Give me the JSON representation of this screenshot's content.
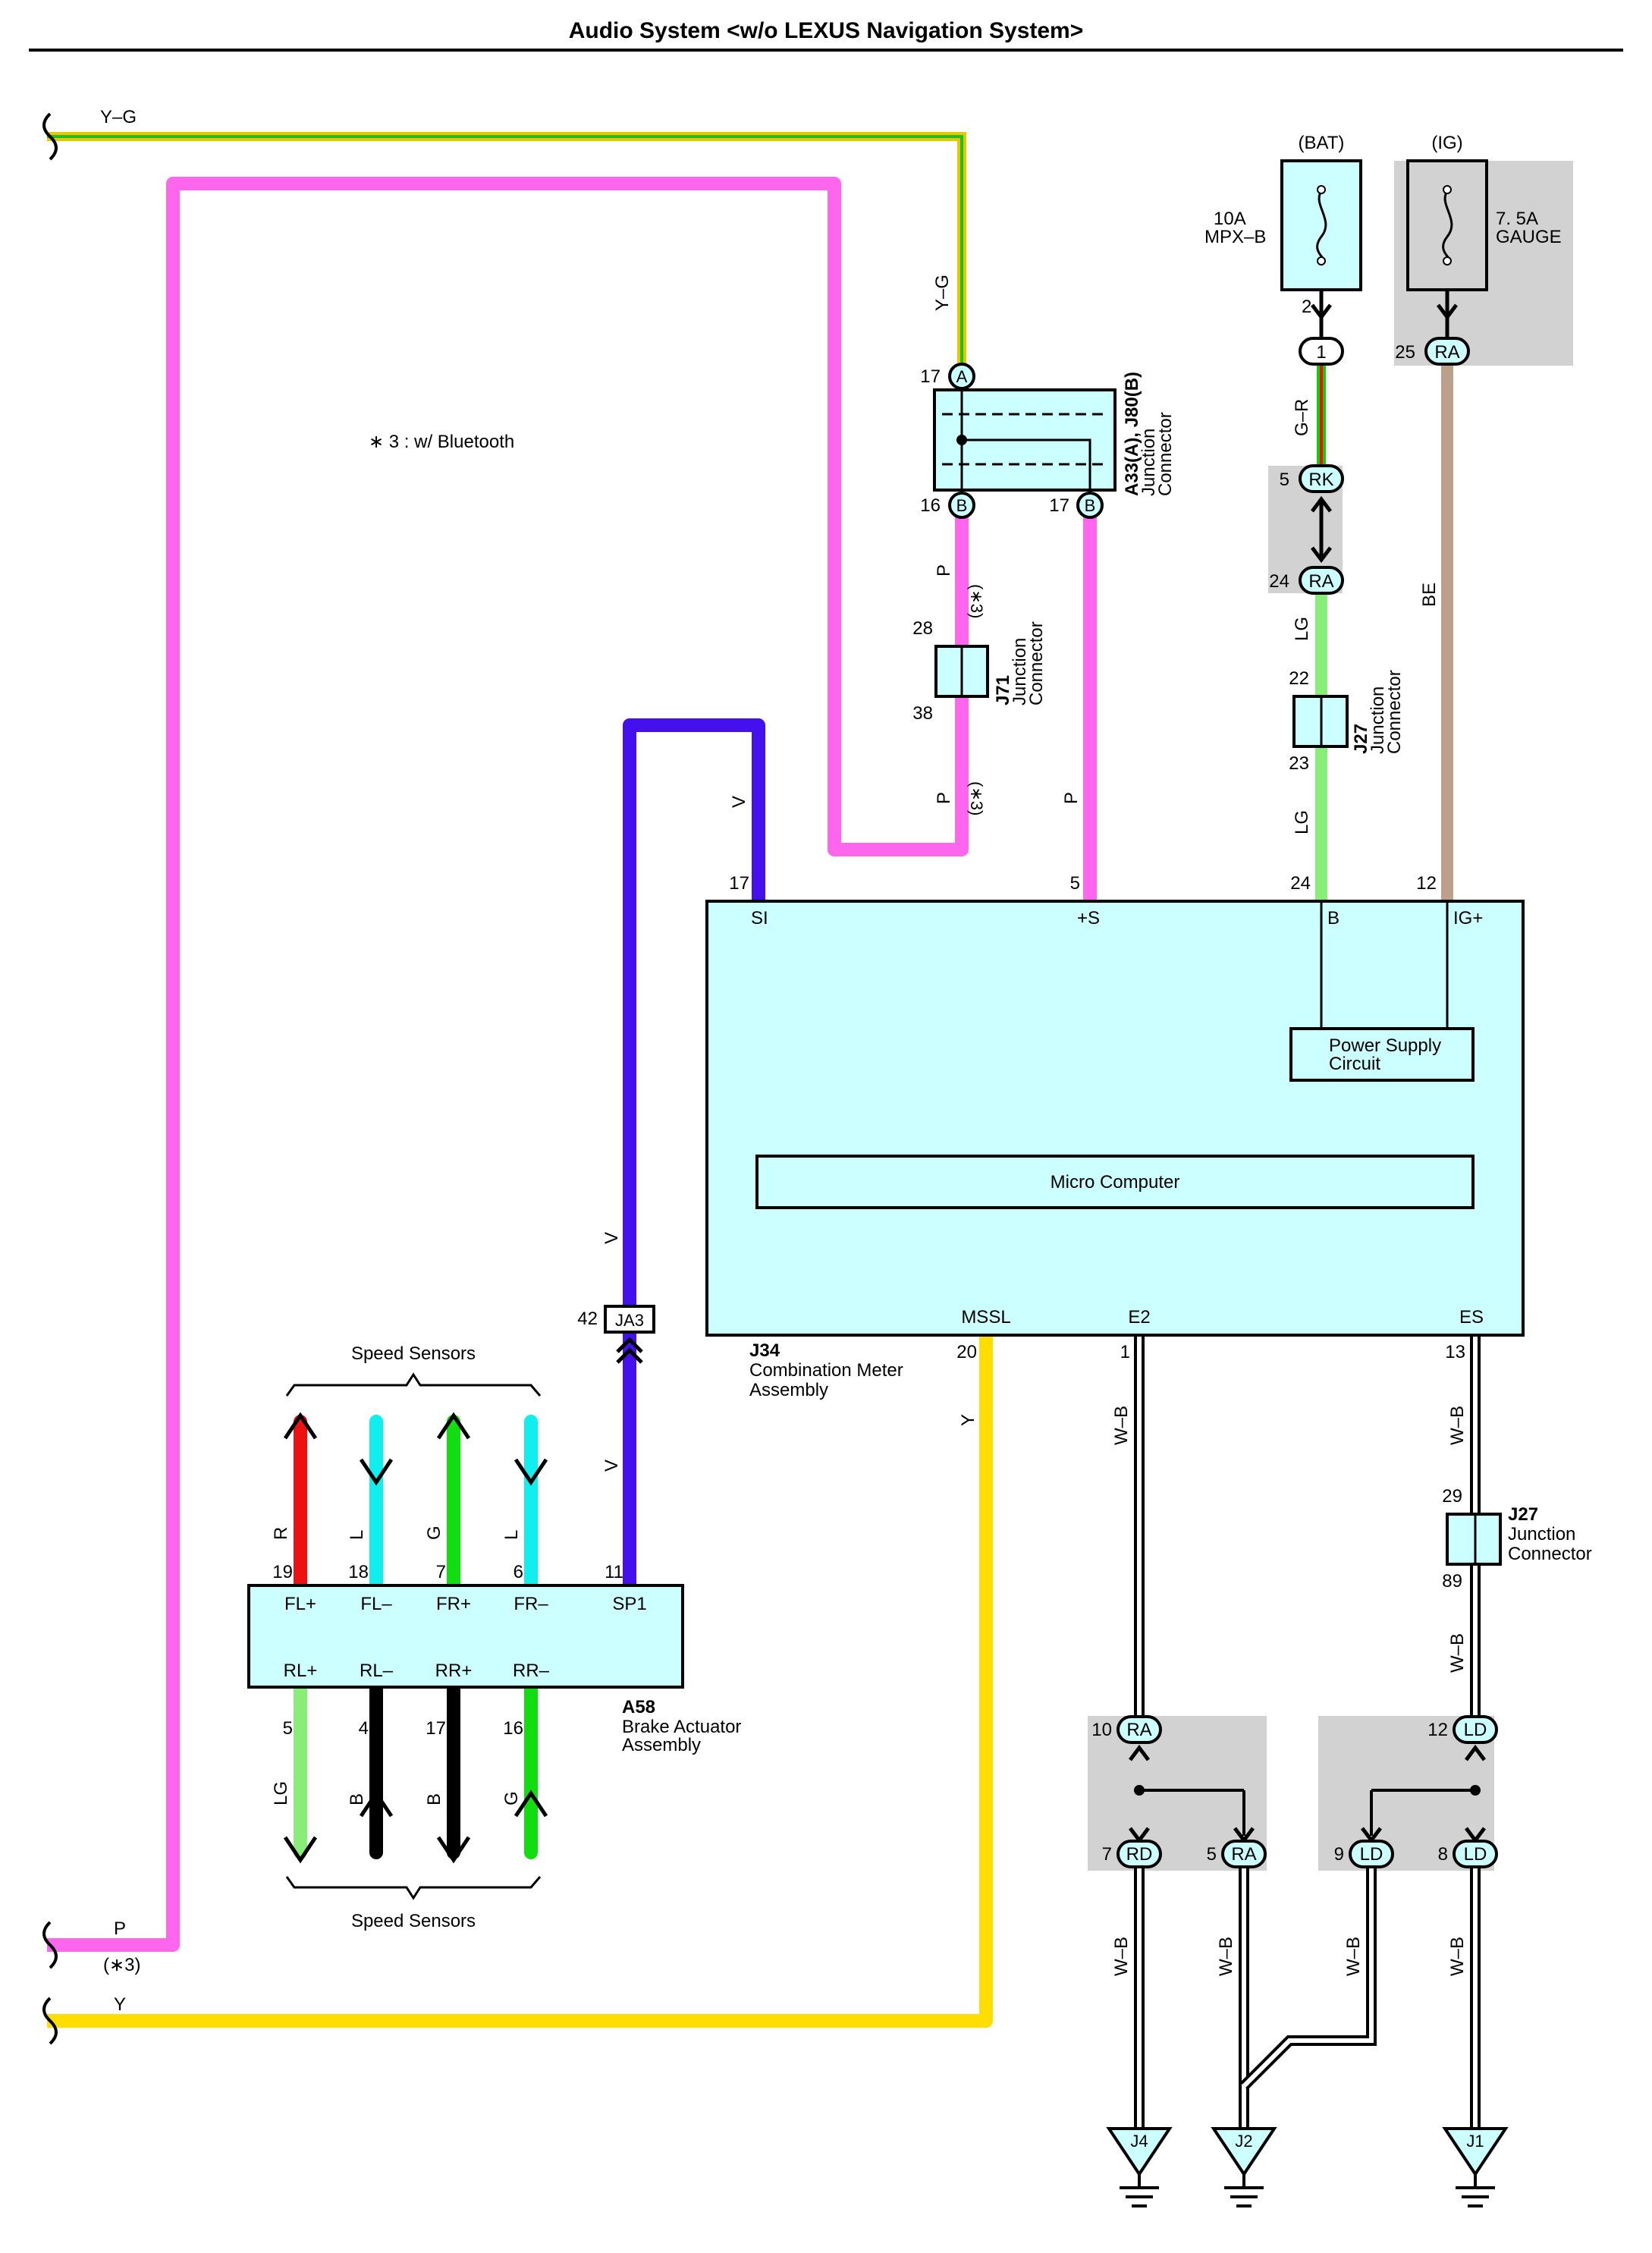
{
  "title": "Audio System <w/o LEXUS Navigation System>",
  "note": "∗ 3 : w/ Bluetooth",
  "colors": {
    "P": "#ff66ee",
    "V": "#4411ee",
    "Y": "#ffdd00",
    "LG": "#88ee77",
    "BE": "#bba08a",
    "R": "#ee1111",
    "L": "#11eeee",
    "G": "#11dd11",
    "B": "#000000",
    "component_fill": "#ccffff",
    "shade": "#d2d2d2"
  },
  "wires": {
    "yg_top": "Y–G",
    "yg_vert": "Y–G",
    "p_bottom": "P",
    "p_bottom_note": "(∗3)",
    "y_bottom": "Y",
    "p_16": "P",
    "p_16_note": "(∗3)",
    "p_38": "P",
    "p_38_note": "(∗3)",
    "p_plus_s": "P",
    "v_si": "V",
    "v_mid": "V",
    "v_low": "V",
    "gr": "G–R",
    "lg_upper": "LG",
    "lg_lower": "LG",
    "be": "BE",
    "y_mssl": "Y",
    "wb_e2": "W–B",
    "wb_es_upper": "W–B",
    "wb_es_lower": "W–B",
    "wb_j4": "W–B",
    "wb_j2a": "W–B",
    "wb_j2b": "W–B",
    "wb_j1": "W–B"
  },
  "fuses": {
    "bat": {
      "supply": "(BAT)",
      "rating": "10A",
      "name": "MPX–B",
      "pin": "2"
    },
    "ig": {
      "supply": "(IG)",
      "rating": "7. 5A",
      "name": "GAUGE"
    }
  },
  "connectors": {
    "c1": {
      "label": "1"
    },
    "ra25": {
      "pin": "25",
      "label": "RA"
    },
    "rk5": {
      "pin": "5",
      "label": "RK"
    },
    "ra24": {
      "pin": "24",
      "label": "RA"
    },
    "a17": {
      "pin": "17",
      "label": "A"
    },
    "b16": {
      "pin": "16",
      "label": "B"
    },
    "b17": {
      "pin": "17",
      "label": "B"
    },
    "ja3": {
      "pin": "42",
      "label": "JA3"
    },
    "ra10": {
      "pin": "10",
      "label": "RA"
    },
    "rd7": {
      "pin": "7",
      "label": "RD"
    },
    "ra5": {
      "pin": "5",
      "label": "RA"
    },
    "ld12": {
      "pin": "12",
      "label": "LD"
    },
    "ld9": {
      "pin": "9",
      "label": "LD"
    },
    "ld8": {
      "pin": "8",
      "label": "LD"
    }
  },
  "junctions": {
    "a33": {
      "id": "A33(A), J80(B)",
      "desc1": "Junction",
      "desc2": "Connector"
    },
    "j71": {
      "id": "J71",
      "desc1": "Junction",
      "desc2": "Connector",
      "pin_top": "28",
      "pin_bottom": "38"
    },
    "j27_upper": {
      "id": "J27",
      "desc1": "Junction",
      "desc2": "Connector",
      "pin_top": "22",
      "pin_bottom": "23"
    },
    "j27_lower": {
      "id": "J27",
      "desc1": "Junction",
      "desc2": "Connector",
      "pin_top": "29",
      "pin_bottom": "89"
    }
  },
  "meter": {
    "id": "J34",
    "name1": "Combination Meter",
    "name2": "Assembly",
    "power_supply1": "Power Supply",
    "power_supply2": "Circuit",
    "micro": "Micro Computer",
    "terminals": {
      "si": {
        "pin": "17",
        "label": "SI"
      },
      "s": {
        "pin": "5",
        "label": "+S"
      },
      "b": {
        "pin": "24",
        "label": "B"
      },
      "ig": {
        "pin": "12",
        "label": "IG+"
      },
      "mssl": {
        "pin": "20",
        "label": "MSSL"
      },
      "e2": {
        "pin": "1",
        "label": "E2"
      },
      "es": {
        "pin": "13",
        "label": "ES"
      }
    }
  },
  "brake": {
    "id": "A58",
    "name1": "Brake Actuator",
    "name2": "Assembly",
    "speed_sensors_top": "Speed Sensors",
    "speed_sensors_bottom": "Speed Sensors",
    "top_terminals": [
      {
        "pin": "19",
        "label": "FL+",
        "wire": "R",
        "color": "#ee1111",
        "dir": "up"
      },
      {
        "pin": "18",
        "label": "FL–",
        "wire": "L",
        "color": "#11eeee",
        "dir": "down"
      },
      {
        "pin": "7",
        "label": "FR+",
        "wire": "G",
        "color": "#11dd11",
        "dir": "up"
      },
      {
        "pin": "6",
        "label": "FR–",
        "wire": "L",
        "color": "#11eeee",
        "dir": "down"
      }
    ],
    "sp1": {
      "pin": "11",
      "label": "SP1"
    },
    "bottom_terminals": [
      {
        "pin": "5",
        "label": "RL+",
        "wire": "LG",
        "color": "#88ee77",
        "dir": "down"
      },
      {
        "pin": "4",
        "label": "RL–",
        "wire": "B",
        "color": "#000000",
        "dir": "up"
      },
      {
        "pin": "17",
        "label": "RR+",
        "wire": "B",
        "color": "#000000",
        "dir": "down"
      },
      {
        "pin": "16",
        "label": "RR–",
        "wire": "G",
        "color": "#11dd11",
        "dir": "up"
      }
    ]
  },
  "grounds": {
    "j4": "J4",
    "j2": "J2",
    "j1": "J1"
  }
}
